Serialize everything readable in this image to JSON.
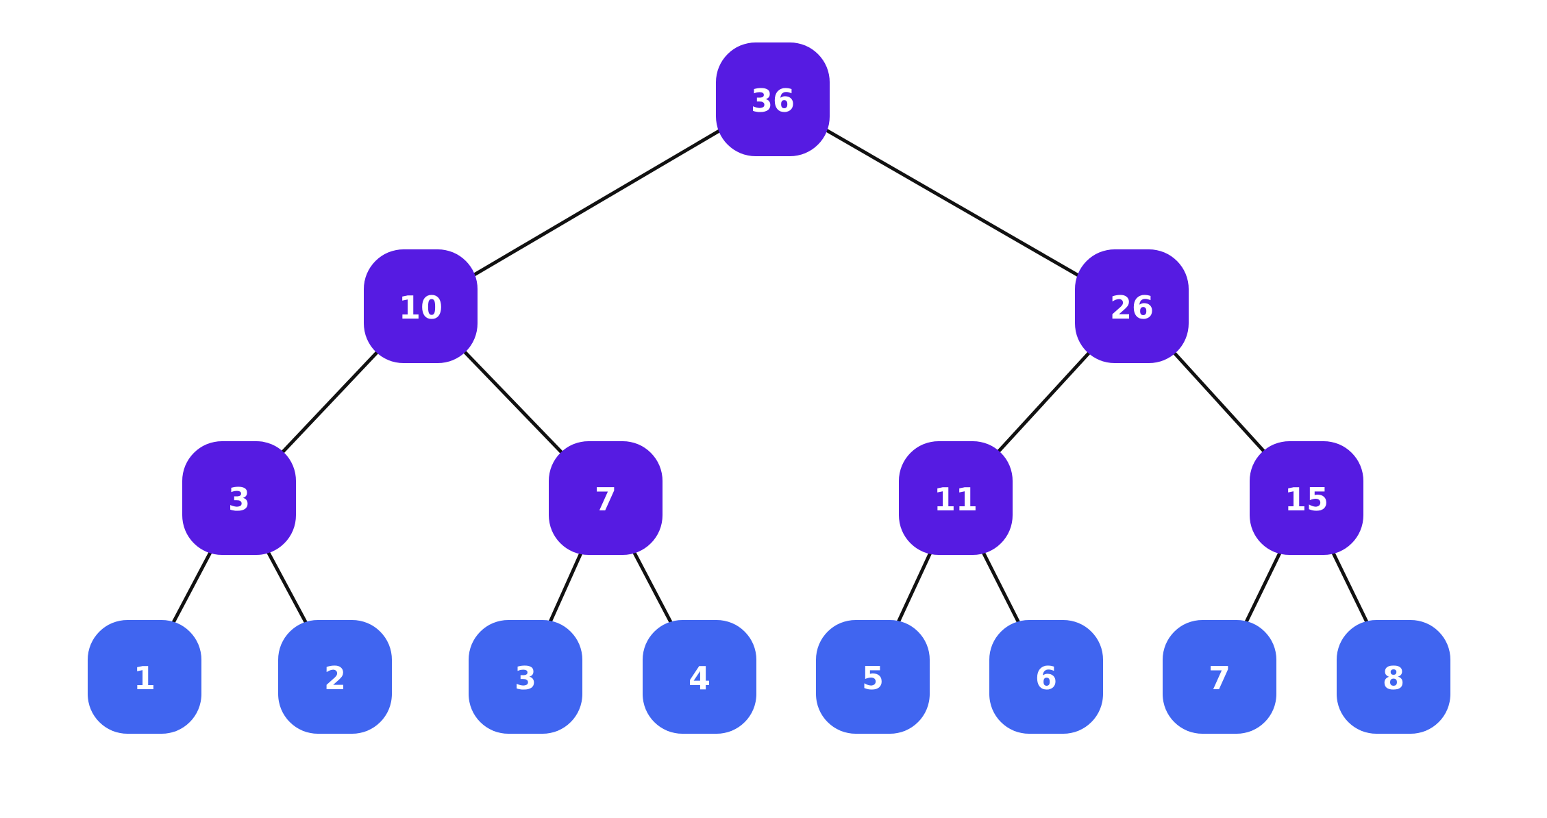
{
  "colors": {
    "internal_node": "#561be2",
    "leaf_node": "#4065f0",
    "edge": "#111111",
    "label": "#ffffff",
    "background": "#ffffff"
  },
  "tree": {
    "nodes": [
      {
        "id": "n0",
        "label": "36",
        "kind": "internal",
        "parent": null
      },
      {
        "id": "n1",
        "label": "10",
        "kind": "internal",
        "parent": "n0"
      },
      {
        "id": "n2",
        "label": "26",
        "kind": "internal",
        "parent": "n0"
      },
      {
        "id": "n3",
        "label": "3",
        "kind": "internal",
        "parent": "n1"
      },
      {
        "id": "n4",
        "label": "7",
        "kind": "internal",
        "parent": "n1"
      },
      {
        "id": "n5",
        "label": "11",
        "kind": "internal",
        "parent": "n2"
      },
      {
        "id": "n6",
        "label": "15",
        "kind": "internal",
        "parent": "n2"
      },
      {
        "id": "n7",
        "label": "1",
        "kind": "leaf",
        "parent": "n3"
      },
      {
        "id": "n8",
        "label": "2",
        "kind": "leaf",
        "parent": "n3"
      },
      {
        "id": "n9",
        "label": "3",
        "kind": "leaf",
        "parent": "n4"
      },
      {
        "id": "n10",
        "label": "4",
        "kind": "leaf",
        "parent": "n4"
      },
      {
        "id": "n11",
        "label": "5",
        "kind": "leaf",
        "parent": "n5"
      },
      {
        "id": "n12",
        "label": "6",
        "kind": "leaf",
        "parent": "n5"
      },
      {
        "id": "n13",
        "label": "7",
        "kind": "leaf",
        "parent": "n6"
      },
      {
        "id": "n14",
        "label": "8",
        "kind": "leaf",
        "parent": "n6"
      }
    ]
  }
}
